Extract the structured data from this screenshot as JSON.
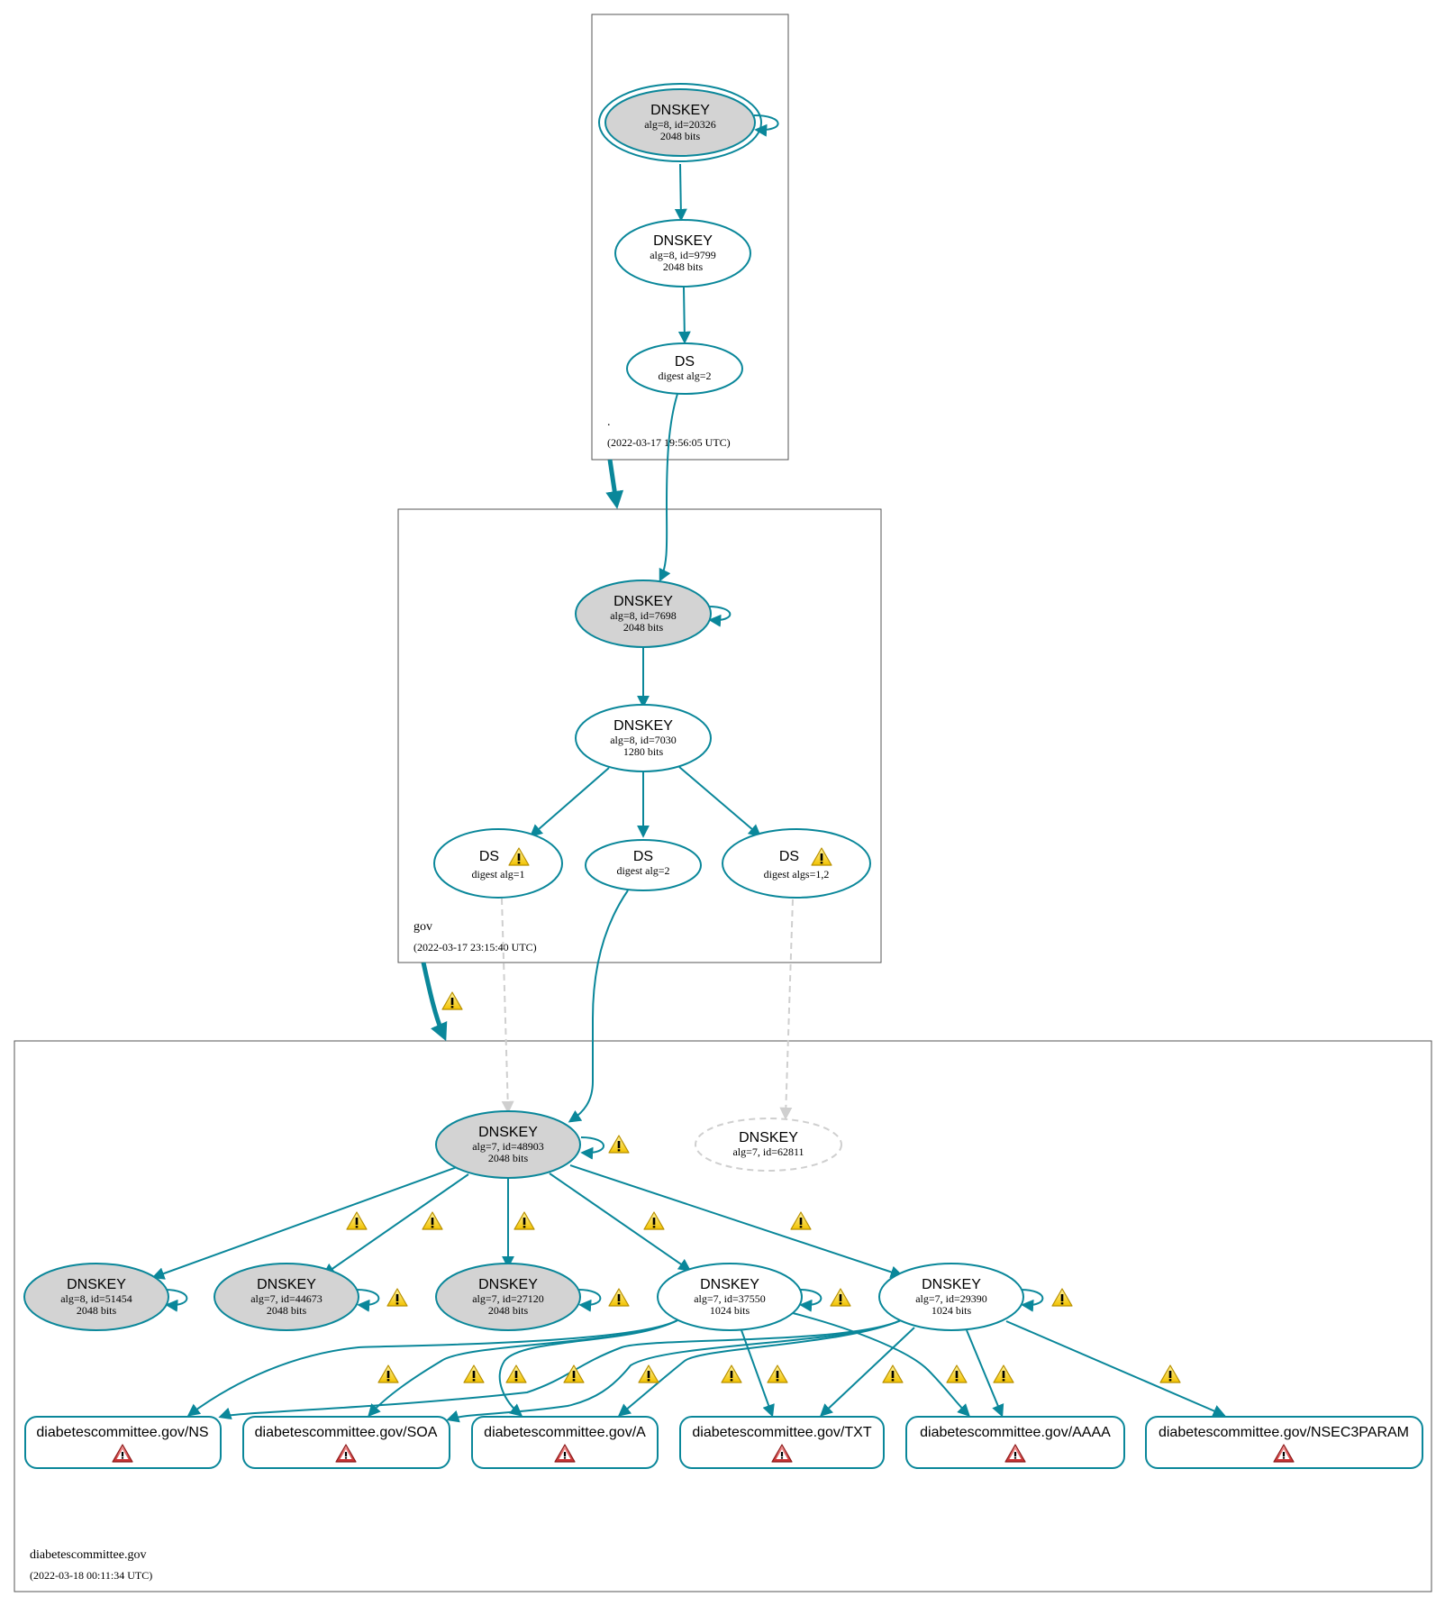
{
  "zones": {
    "root": {
      "name": ".",
      "timestamp": "(2022-03-17 19:56:05 UTC)"
    },
    "gov": {
      "name": "gov",
      "timestamp": "(2022-03-17 23:15:40 UTC)"
    },
    "diabetescommittee": {
      "name": "diabetescommittee.gov",
      "timestamp": "(2022-03-18 00:11:34 UTC)"
    }
  },
  "nodes": {
    "root_ksk": {
      "title": "DNSKEY",
      "line1": "alg=8, id=20326",
      "line2": "2048 bits"
    },
    "root_zsk": {
      "title": "DNSKEY",
      "line1": "alg=8, id=9799",
      "line2": "2048 bits"
    },
    "root_ds": {
      "title": "DS",
      "line1": "digest alg=2"
    },
    "gov_ksk": {
      "title": "DNSKEY",
      "line1": "alg=8, id=7698",
      "line2": "2048 bits"
    },
    "gov_zsk": {
      "title": "DNSKEY",
      "line1": "alg=8, id=7030",
      "line2": "1280 bits"
    },
    "gov_ds1": {
      "title": "DS",
      "line1": "digest alg=1"
    },
    "gov_ds2": {
      "title": "DS",
      "line1": "digest alg=2"
    },
    "gov_ds3": {
      "title": "DS",
      "line1": "digest algs=1,2"
    },
    "dc_ksk": {
      "title": "DNSKEY",
      "line1": "alg=7, id=48903",
      "line2": "2048 bits"
    },
    "dc_missing": {
      "title": "DNSKEY",
      "line1": "alg=7, id=62811"
    },
    "dc_k51454": {
      "title": "DNSKEY",
      "line1": "alg=8, id=51454",
      "line2": "2048 bits"
    },
    "dc_k44673": {
      "title": "DNSKEY",
      "line1": "alg=7, id=44673",
      "line2": "2048 bits"
    },
    "dc_k27120": {
      "title": "DNSKEY",
      "line1": "alg=7, id=27120",
      "line2": "2048 bits"
    },
    "dc_k37550": {
      "title": "DNSKEY",
      "line1": "alg=7, id=37550",
      "line2": "1024 bits"
    },
    "dc_k29390": {
      "title": "DNSKEY",
      "line1": "alg=7, id=29390",
      "line2": "1024 bits"
    }
  },
  "rrsets": {
    "ns": "diabetescommittee.gov/NS",
    "soa": "diabetescommittee.gov/SOA",
    "a": "diabetescommittee.gov/A",
    "txt": "diabetescommittee.gov/TXT",
    "aaaa": "diabetescommittee.gov/AAAA",
    "nsec3param": "diabetescommittee.gov/NSEC3PARAM"
  },
  "colors": {
    "edge": "#0a879a",
    "node_fill_key": "#d3d3d3",
    "warning_yellow": "#f2c200",
    "error_red": "#c62828",
    "dashed": "#cfcfcf"
  },
  "icons": {
    "warning": "warning-triangle-icon",
    "error": "error-triangle-icon"
  }
}
